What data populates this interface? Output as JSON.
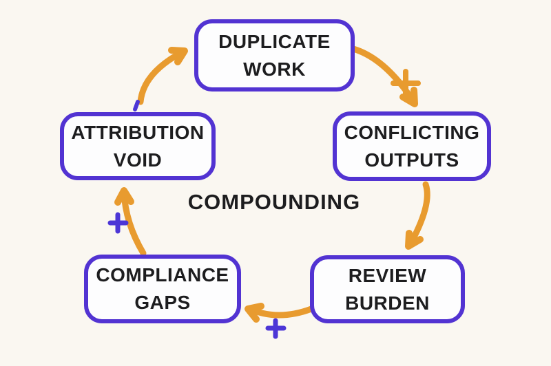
{
  "diagram": {
    "center_label": "COMPOUNDING",
    "plus_symbol": "+",
    "nodes": [
      {
        "id": "duplicate-work",
        "line1": "DUPLICATE",
        "line2": "WORK"
      },
      {
        "id": "conflicting-outputs",
        "line1": "CONFLICTING",
        "line2": "OUTPUTS"
      },
      {
        "id": "review-burden",
        "line1": "REVIEW",
        "line2": "BURDEN"
      },
      {
        "id": "compliance-gaps",
        "line1": "COMPLIANCE",
        "line2": "GAPS"
      },
      {
        "id": "attribution-void",
        "line1": "ATTRIBUTION",
        "line2": "VOID"
      }
    ],
    "connections": [
      {
        "from": "duplicate-work",
        "to": "conflicting-outputs",
        "plus_marker": "orange"
      },
      {
        "from": "conflicting-outputs",
        "to": "review-burden",
        "plus_marker": null
      },
      {
        "from": "review-burden",
        "to": "compliance-gaps",
        "plus_marker": "purple"
      },
      {
        "from": "compliance-gaps",
        "to": "attribution-void",
        "plus_marker": "purple"
      },
      {
        "from": "attribution-void",
        "to": "duplicate-work",
        "plus_marker": null
      }
    ]
  },
  "colors": {
    "background": "#faf7f1",
    "box_fill": "#fdfdfe",
    "box_border": "#5233d2",
    "arrow": "#e89b2f",
    "plus": "#4c36d6",
    "text": "#1d1d1f"
  }
}
